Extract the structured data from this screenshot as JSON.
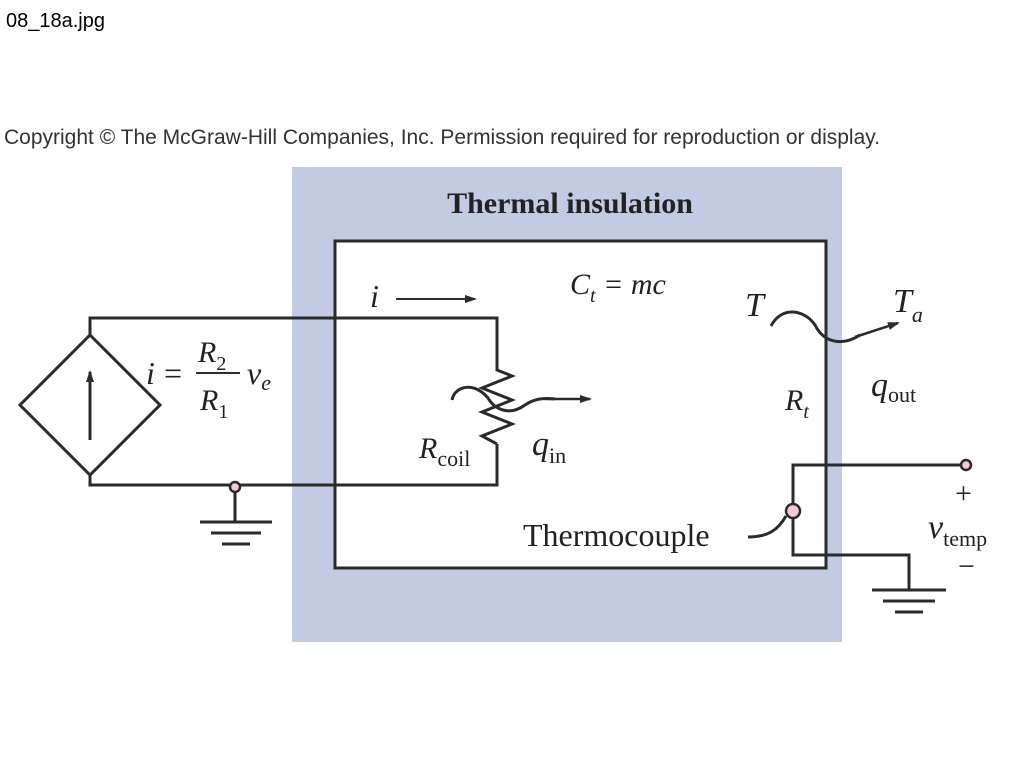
{
  "header": {
    "filename": "08_18a.jpg",
    "copyright": "Copyright © The McGraw-Hill Companies, Inc. Permission required for reproduction or display."
  },
  "diagram": {
    "title": "Thermal insulation",
    "capacitance": {
      "main": "C",
      "sub": "t",
      "rest": " = mc"
    },
    "current_label": "i",
    "source_eq": {
      "lhs": "i",
      "eq": "=",
      "num_main": "R",
      "num_sub": "2",
      "den_main": "R",
      "den_sub": "1",
      "v_main": "v",
      "v_sub": "e"
    },
    "resistor": {
      "main": "R",
      "sub": "coil"
    },
    "q_in": {
      "main": "q",
      "sub": "in"
    },
    "temperature": "T",
    "ambient": {
      "main": "T",
      "sub": "a"
    },
    "q_out": {
      "main": "q",
      "sub": "out"
    },
    "thermal_resistance": {
      "main": "R",
      "sub": "t"
    },
    "thermocouple": "Thermocouple",
    "output": {
      "plus": "+",
      "main": "v",
      "sub": "temp",
      "minus": "−"
    },
    "colors": {
      "insulation": "#c3cbe2",
      "wire": "#2b2b2b",
      "terminal_fill": "#f4c8d6"
    }
  }
}
